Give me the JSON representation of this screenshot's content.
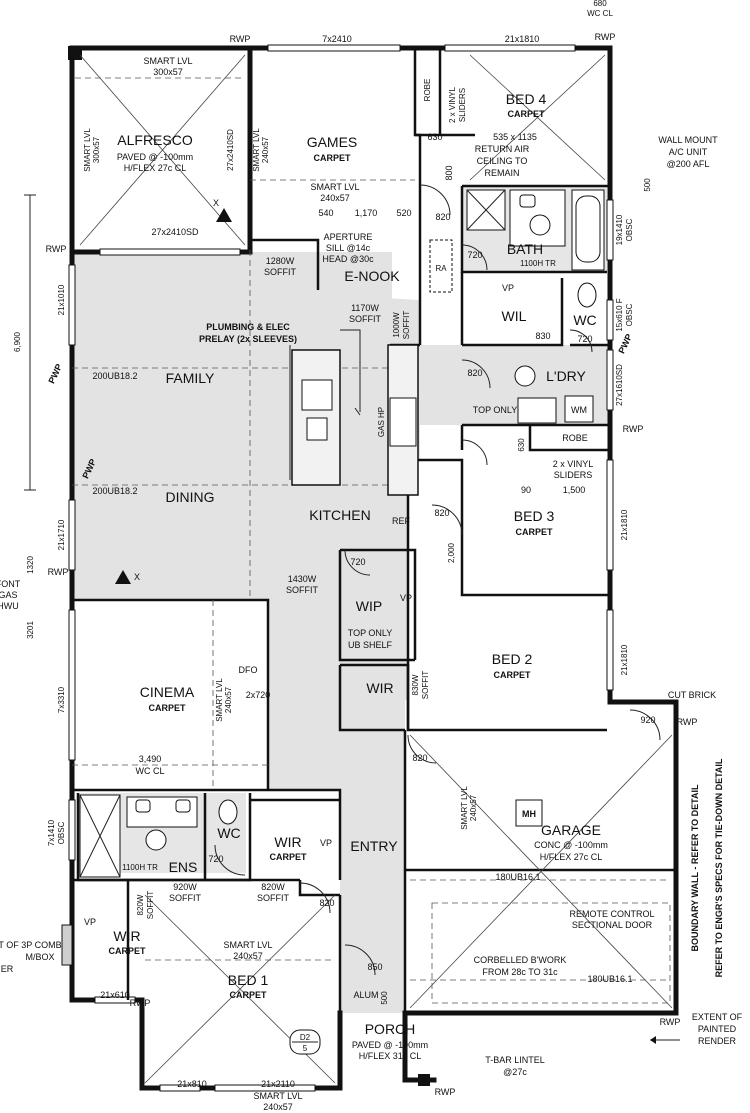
{
  "rooms": {
    "alfresco": {
      "name": "ALFRESCO",
      "note1": "PAVED @ -100mm",
      "note2": "H/FLEX  27c CL"
    },
    "games": {
      "name": "GAMES",
      "floor": "CARPET"
    },
    "bed4": {
      "name": "BED 4",
      "floor": "CARPET"
    },
    "bath": {
      "name": "BATH"
    },
    "enook": {
      "name": "E-NOOK"
    },
    "wil": {
      "name": "WIL"
    },
    "wc1": {
      "name": "WC"
    },
    "ldry": {
      "name": "L'DRY"
    },
    "family": {
      "name": "FAMILY"
    },
    "dining": {
      "name": "DINING"
    },
    "kitchen": {
      "name": "KITCHEN"
    },
    "bed3": {
      "name": "BED 3",
      "floor": "CARPET"
    },
    "wip": {
      "name": "WIP"
    },
    "bed2": {
      "name": "BED 2",
      "floor": "CARPET"
    },
    "cinema": {
      "name": "CINEMA",
      "floor": "CARPET"
    },
    "wir1": {
      "name": "WIR"
    },
    "garage": {
      "name": "GARAGE",
      "note1": "CONC @ -100mm",
      "note2": "H/FLEX  27c CL"
    },
    "ens": {
      "name": "ENS"
    },
    "wc2": {
      "name": "WC"
    },
    "wir2": {
      "name": "WIR",
      "floor": "CARPET"
    },
    "entry": {
      "name": "ENTRY"
    },
    "wir3": {
      "name": "WIR",
      "floor": "CARPET"
    },
    "bed1": {
      "name": "BED 1",
      "floor": "CARPET"
    },
    "porch": {
      "name": "PORCH",
      "note1": "PAVED @ -100mm",
      "note2": "H/FLEX 31c CL"
    }
  },
  "labels": {
    "smart_lvl_300": "SMART LVL",
    "smart_lvl_300_size": "300x57",
    "smart_lvl_alf_v1": "SMART LVL",
    "smart_lvl_alf_v2": "300x57",
    "alf_post": "27x2410SD",
    "games_v1": "SMART LVL",
    "games_v2": "240x57",
    "games_h1": "SMART LVL",
    "games_h2": "240x57",
    "w_7x2410": "7x2410",
    "w_21x1810_top": "21x1810",
    "rwp": "RWP",
    "wc_680a": "680",
    "wc_680b": "WC CL",
    "robe_bed4": "ROBE",
    "vinyl_top1": "2 x VINYL",
    "vinyl_top2": "SLIDERS",
    "d630": "630",
    "d800": "800",
    "return_air1": "535 x 1135",
    "return_air2": "RETURN AIR",
    "return_air3": "CEILING TO",
    "return_air4": "REMAIN",
    "ac1": "WALL MOUNT",
    "ac2": "A/C UNIT",
    "ac3": "@200 AFL",
    "d500a": "500",
    "d540": "540",
    "d1170": "1,170",
    "d520": "520",
    "aperture1": "APERTURE",
    "aperture2": "SILL @14c",
    "aperture3": "HEAD @30c",
    "d820_bath": "820",
    "d720_bath": "720",
    "tr1100_bath": "1100H TR",
    "ra": "RA",
    "w_19x1410": "19x1410",
    "obsc1": "OBSC",
    "w_27x2410sd": "27x2410SD",
    "soffit1280a": "1280W",
    "soffit1280b": "SOFFIT",
    "soffit1170a": "1170W",
    "soffit1170b": "SOFFIT",
    "soffit1000a": "1000W",
    "soffit1000b": "SOFFIT",
    "vp_wil": "VP",
    "d830": "830",
    "w_15x610": "15x610 F",
    "obsc2": "OBSC",
    "d720_wc": "720",
    "w_21x1010": "21x1010",
    "dim6900": "6,900",
    "plumb1": "PLUMBING & ELEC",
    "plumb2": "PRELAY (2x SLEEVES)",
    "ub_top": "200UB18.2",
    "ub_bot": "200UB18.2",
    "pwp": "PWP",
    "d820_ldry": "820",
    "w_27x1610": "27x1610SD",
    "top_only": "TOP ONLY",
    "wm": "WM",
    "gas_hp": "GAS HP",
    "robe_bed3": "ROBE",
    "vinyl_b31": "2 x VINYL",
    "vinyl_b32": "SLIDERS",
    "d630b": "630",
    "d90": "90",
    "d1500": "1,500",
    "d820_bed3": "820",
    "d2000": "2,000",
    "ref": "REF",
    "w_21x1810_b3": "21x1810",
    "w_21x1710": "21x1710",
    "d1320": "1320",
    "d3201": "3201",
    "font1": "FONT",
    "font2": "GAS",
    "font3": "HWU",
    "x1": "X",
    "x2": "X",
    "d720_wip": "720",
    "vp_wip": "VP",
    "soffit1430a": "1430W",
    "soffit1430b": "SOFFIT",
    "topshelf1": "TOP ONLY",
    "topshelf2": "UB SHELF",
    "w_21x1810_b2": "21x1810",
    "cut_brick": "CUT BRICK",
    "d920": "920",
    "w_7x3310": "7x3310",
    "cin_lvl1": "SMART LVL",
    "cin_lvl2": "240x57",
    "dfo": "DFO",
    "d2x720": "2x720",
    "soffit830a": "830W",
    "soffit830b": "SOFFIT",
    "d820_gar": "820",
    "d3490": "3,490",
    "wc_cl": "WC CL",
    "boundary": "BOUNDARY WALL - REFER TO DETAIL",
    "tiedown": "REFER TO ENGR'S SPECS FOR TIE-DOWN DETAIL",
    "mh": "MH",
    "gar_lvl1": "SMART LVL",
    "gar_lvl2": "240x57",
    "ub161a": "180UB16.1",
    "ub161b": "180UB16.1",
    "remote1": "REMOTE CONTROL",
    "remote2": "SECTIONAL DOOR",
    "corbel1": "CORBELLED B'WORK",
    "corbel2": "FROM 28c TO 31c",
    "w_7x1410": "7x1410",
    "obsc3": "OBSC",
    "d720_ens": "720",
    "tr1100_ens": "1100H TR",
    "vp_ens": "VP",
    "soffit920a": "920W",
    "soffit920b": "SOFFIT",
    "soffit820a": "820W",
    "soffit820b": "SOFFIT",
    "soffit820c": "820W",
    "soffit820d": "SOFFIT",
    "d820_entry": "820",
    "d850": "850",
    "alum": "ALUM",
    "d500b": "500",
    "vp_wir3": "VP",
    "comb1": "T OF 3P COMB",
    "comb2": "M/BOX",
    "comb3": "ER",
    "bed1_lvl1": "SMART LVL",
    "bed1_lvl2": "240x57",
    "w_21x610": "21x610",
    "d2": "D2",
    "d2n": "5",
    "w_21x810": "21x810",
    "w_21x2110": "21x2110",
    "bot_lvl1": "SMART LVL",
    "bot_lvl2": "240x57",
    "tbar1": "T-BAR LINTEL",
    "tbar2": "@27c",
    "extent1": "EXTENT OF",
    "extent2": "PAINTED",
    "extent3": "RENDER"
  }
}
